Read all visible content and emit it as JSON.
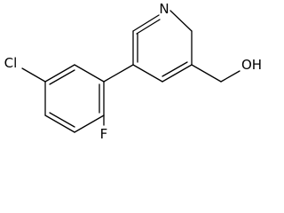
{
  "molecule": {
    "atom_labels": {
      "nitrogen": "N",
      "chlorine": "Cl",
      "fluorine": "F",
      "hydroxyl": "OH"
    }
  }
}
